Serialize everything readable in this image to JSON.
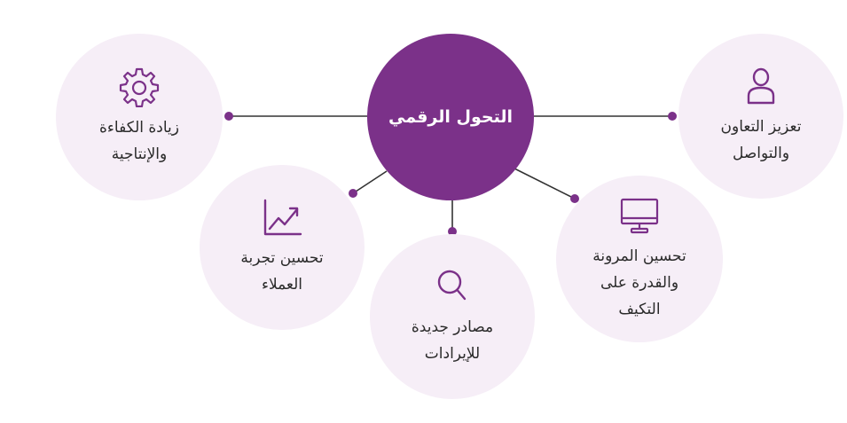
{
  "center": {
    "title": "التحول الرقمي"
  },
  "nodes": [
    {
      "label": "تعزيز التعاون\nوالتواصل",
      "icon": "user-icon"
    },
    {
      "label": "تحسين المرونة\nوالقدرة على\nالتكيف",
      "icon": "monitor-icon"
    },
    {
      "label": "مصادر جديدة\nللإيرادات",
      "icon": "search-icon"
    },
    {
      "label": "تحسين تجربة\nالعملاء",
      "icon": "trend-chart-icon"
    },
    {
      "label": "زيادة الكفاءة\nوالإنتاجية",
      "icon": "gear-icon"
    }
  ],
  "colors": {
    "primary": "#7b3189",
    "node_fill": "#f6eef7",
    "connector": "#333333"
  }
}
